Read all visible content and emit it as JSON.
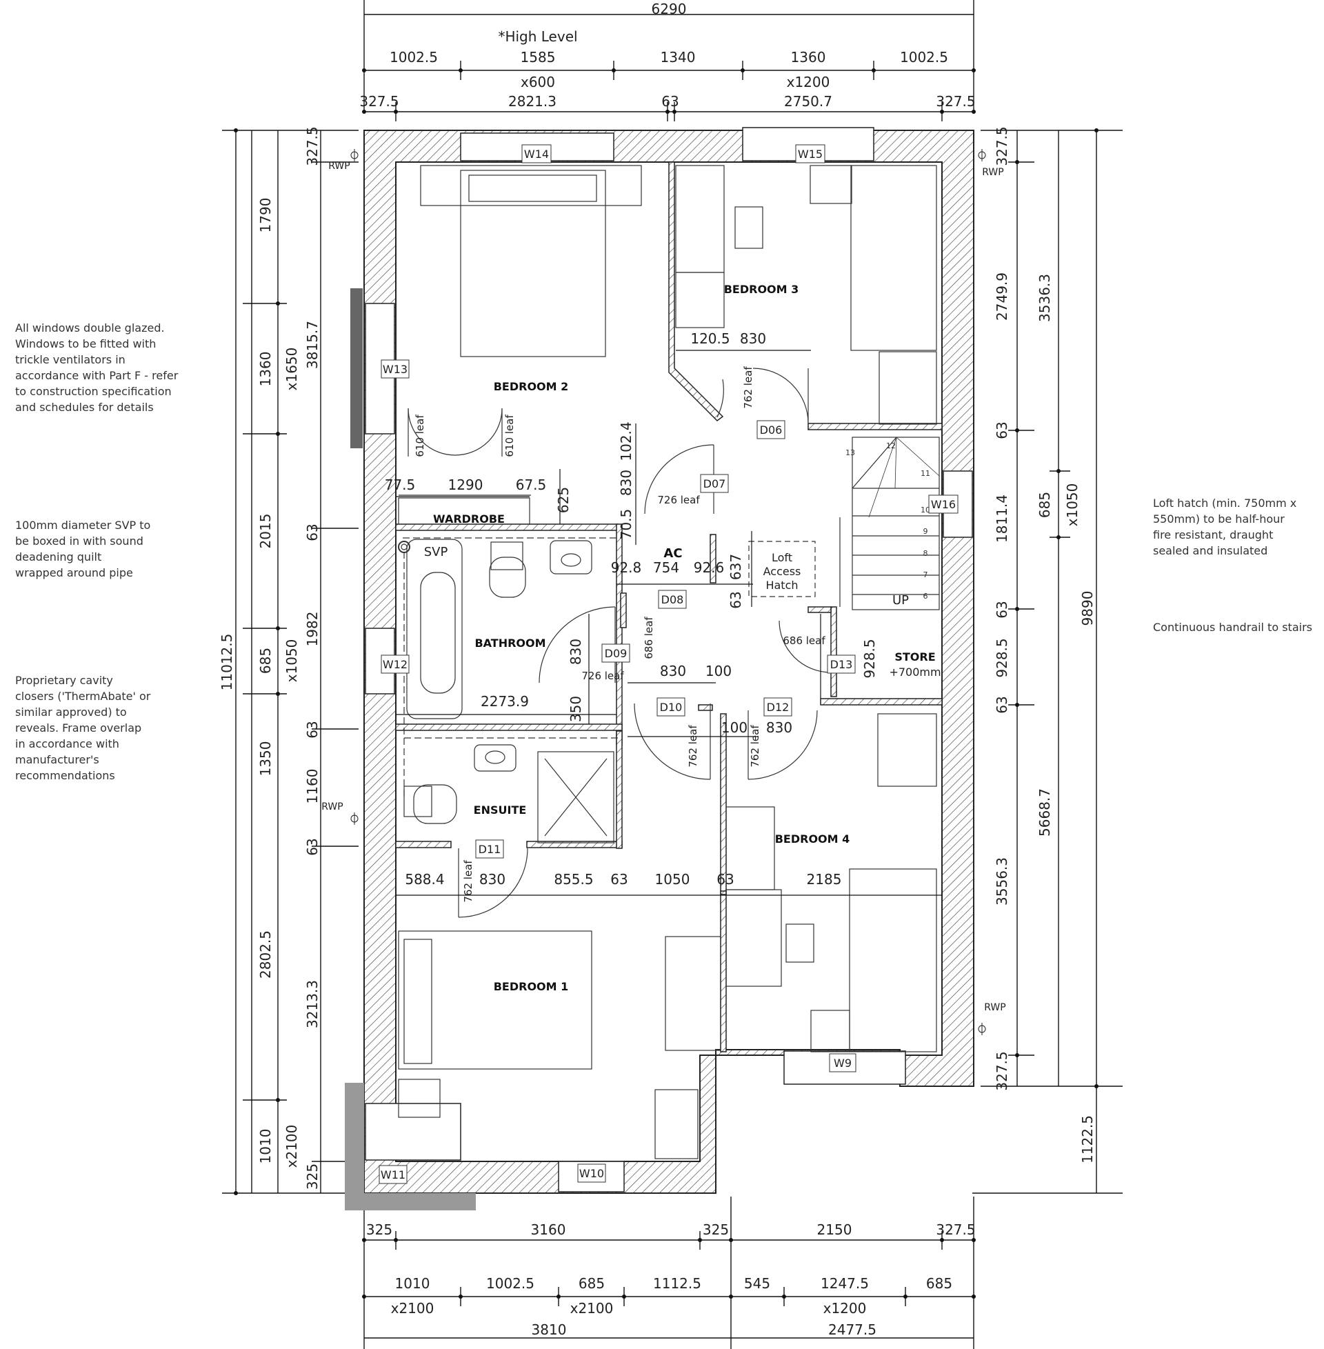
{
  "notes": {
    "glazing": "All windows double glazed.\nWindows to be fitted with\ntrickle ventilators in\naccordance with Part F - refer\nto construction specification\nand schedules for details",
    "svp": "100mm diameter SVP to\nbe boxed in with sound\ndeadening quilt\nwrapped around pipe",
    "closers": "Proprietary cavity\nclosers ('ThermAbate' or\nsimilar approved) to\nreveals. Frame overlap\nin accordance with\nmanufacturer's\nrecommendations",
    "loft": "Loft hatch (min. 750mm x\n550mm) to be half-hour\nfire resistant, draught\nsealed and insulated",
    "handrail": "Continuous handrail to stairs"
  },
  "rooms": {
    "bedroom1": "BEDROOM 1",
    "bedroom2": "BEDROOM 2",
    "bedroom3": "BEDROOM 3",
    "bedroom4": "BEDROOM 4",
    "bathroom": "BATHROOM",
    "ensuite": "ENSUITE",
    "wardrobe": "WARDROBE",
    "store": "STORE",
    "store_note": "+700mm",
    "ac": "AC",
    "loft1": "Loft",
    "loft2": "Access",
    "loft3": "Hatch",
    "svp": "SVP",
    "up": "UP"
  },
  "stair_numbers": [
    "13",
    "12",
    "11",
    "10",
    "9",
    "8",
    "7",
    "6"
  ],
  "windows": [
    "W9",
    "W10",
    "W11",
    "W12",
    "W13",
    "W14",
    "W15",
    "W16"
  ],
  "doors": [
    "D06",
    "D07",
    "D08",
    "D09",
    "D10",
    "D11",
    "D12",
    "D13"
  ],
  "rwp": "RWP",
  "high_level": "*High Level",
  "dims_top": {
    "overall": "6290",
    "row1": [
      "1002.5",
      "1585",
      "1340",
      "1360",
      "1002.5"
    ],
    "row2": [
      "x600",
      "x1200"
    ],
    "row3": [
      "327.5",
      "2821.3",
      "63",
      "2750.7",
      "327.5"
    ]
  },
  "dims_bottom": {
    "row1": [
      "325",
      "3160",
      "325",
      "2150",
      "327.5"
    ],
    "row2": [
      "1010",
      "1002.5",
      "685",
      "1112.5",
      "545",
      "1247.5",
      "685"
    ],
    "row3": [
      "x2100",
      "x2100",
      "x1200"
    ],
    "row4": [
      "3810",
      "2477.5"
    ]
  },
  "dims_left": {
    "overall": "11012.5",
    "col1": [
      "1790",
      "1360",
      "2015",
      "685",
      "1350",
      "2802.5",
      "1010"
    ],
    "col2": [
      "x1650",
      "x1050",
      "x2100"
    ],
    "col3": [
      "327.5",
      "3815.7",
      "63",
      "1982",
      "63",
      "1160",
      "63",
      "3213.3",
      "325"
    ]
  },
  "dims_right": {
    "col1": [
      "327.5",
      "2749.9",
      "63",
      "1811.4",
      "63",
      "928.5",
      "63",
      "3556.3",
      "327.5"
    ],
    "col2": [
      "3536.3",
      "685",
      "5668.7"
    ],
    "col3": [
      "x1050"
    ],
    "col4": [
      "9890",
      "1122.5"
    ]
  },
  "dims_internal": {
    "d120": "120.5",
    "d830a": "830",
    "d1024": "102.4",
    "d830b": "830",
    "d705": "70.5",
    "d775": "77.5",
    "d1290": "1290",
    "d675": "67.5",
    "d625": "625",
    "d928": "92.8",
    "d754": "754",
    "d926": "92.6",
    "d637": "637",
    "d63a": "63",
    "d830c": "830",
    "d830d": "830",
    "d100a": "100",
    "d22739": "2273.9",
    "d350": "350",
    "d100b": "100",
    "d830e": "830",
    "d9285": "928.5",
    "d5884": "588.4",
    "d830f": "830",
    "d8555": "855.5",
    "d63b": "63",
    "d1050": "1050",
    "d63c": "63",
    "d2185": "2185"
  },
  "leaves": {
    "l610a": "610 leaf",
    "l610b": "610 leaf",
    "l762a": "762 leaf",
    "l726a": "726 leaf",
    "l726b": "726 leaf",
    "l686a": "686 leaf",
    "l686b": "686 leaf",
    "l762b": "762 leaf",
    "l762c": "762 leaf",
    "l762d": "762 leaf"
  }
}
